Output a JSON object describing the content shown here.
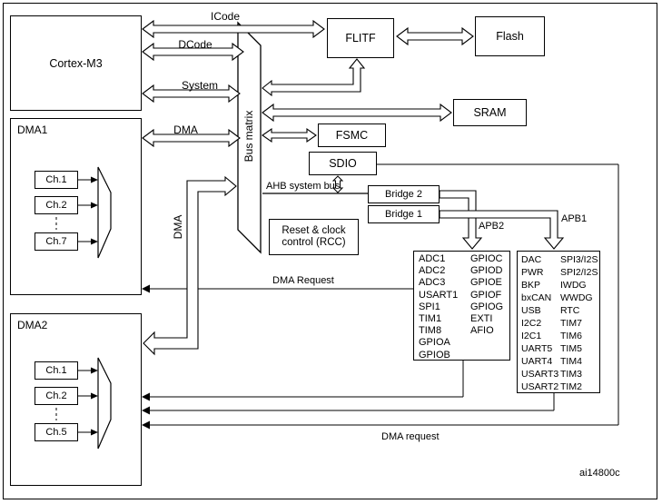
{
  "diagram": {
    "watermark": "ai14800c"
  },
  "blocks": {
    "cortex": "Cortex-M3",
    "dma1": "DMA1",
    "dma2": "DMA2",
    "flitf": "FLITF",
    "flash": "Flash",
    "sram": "SRAM",
    "fsmc": "FSMC",
    "sdio": "SDIO",
    "bridge2": "Bridge 2",
    "bridge1": "Bridge 1",
    "rcc1": "Reset & clock",
    "rcc2": "control (RCC)",
    "bus_matrix": "Bus matrix"
  },
  "labels": {
    "icode": "ICode",
    "dcode": "DCode",
    "system": "System",
    "dma1_bus": "DMA",
    "dma2_bus": "DMA",
    "ahb": "AHB system bus",
    "apb2": "APB2",
    "apb1": "APB1",
    "dma_request_upper": "DMA Request",
    "dma_request_lower": "DMA request"
  },
  "dma1_channels": [
    "Ch.1",
    "Ch.2",
    "Ch.7"
  ],
  "dma2_channels": [
    "Ch.1",
    "Ch.2",
    "Ch.5"
  ],
  "apb2_peripherals": {
    "col1": [
      "ADC1",
      "ADC2",
      "ADC3",
      "USART1",
      "SPI1",
      "TIM1",
      "TIM8",
      "GPIOA",
      "GPIOB"
    ],
    "col2": [
      "GPIOC",
      "GPIOD",
      "GPIOE",
      "GPIOF",
      "GPIOG",
      "EXTI",
      "AFIO"
    ]
  },
  "apb1_peripherals": {
    "col1": [
      "DAC",
      "PWR",
      "BKP",
      "bxCAN",
      "USB",
      "I2C2",
      "I2C1",
      "UART5",
      "UART4",
      "USART3",
      "USART2"
    ],
    "col2": [
      "SPI3/I2S",
      "SPI2/I2S",
      "IWDG",
      "WWDG",
      "RTC",
      "TIM7",
      "TIM6",
      "TIM5",
      "TIM4",
      "TIM3",
      "TIM2"
    ]
  }
}
